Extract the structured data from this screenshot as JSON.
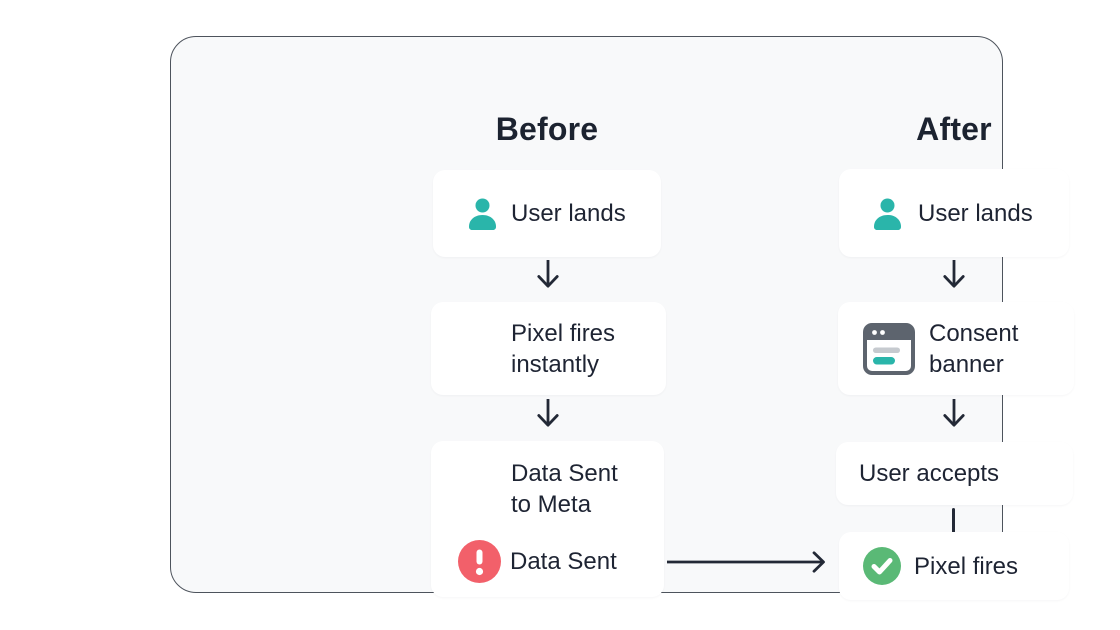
{
  "page": {
    "background": "#ffffff"
  },
  "card": {
    "background": "#f8f9fa",
    "border_color": "#4d535c"
  },
  "colors": {
    "text": "#1e2433",
    "heading": "#1c2330",
    "arrow": "#232936",
    "teal": "#2ab5aa",
    "red": "#f2606a",
    "green": "#5ab976",
    "browser_gray": "#5d646e",
    "browser_line_gray": "#c6cacf",
    "box_bg": "#ffffff"
  },
  "before": {
    "title": "Before",
    "steps": [
      {
        "icon": "user-icon",
        "label": "User lands"
      },
      {
        "line1": "Pixel fires",
        "line2": "instantly"
      },
      {
        "line1": "Data Sent",
        "line2": "to Meta",
        "sub_icon": "alert-icon",
        "sub_label": "Data Sent"
      }
    ]
  },
  "after": {
    "title": "After",
    "steps": [
      {
        "icon": "user-icon",
        "label": "User lands"
      },
      {
        "icon": "browser-icon",
        "line1": "Consent",
        "line2": "banner"
      },
      {
        "label": "User accepts"
      },
      {
        "icon": "check-icon",
        "label": "Pixel fires"
      }
    ]
  }
}
